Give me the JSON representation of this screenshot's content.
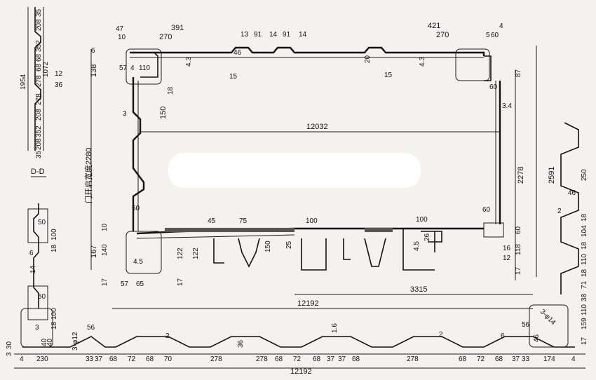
{
  "section_label": "D-D",
  "vertical_label": "门开启宽度2280",
  "top_dims": {
    "left_total": "391",
    "left_sub": "270",
    "left_a": "47",
    "left_b": "10",
    "mid_13": "13",
    "mid_91a": "91",
    "mid_14a": "14",
    "mid_91b": "91",
    "mid_14b": "14",
    "right_total": "421",
    "right_sub": "270",
    "right_a": "4",
    "right_b": "5",
    "right_c": "60"
  },
  "main_labels": {
    "length_12032": "12032",
    "length_12192_mid": "12192",
    "length_12192_bottom": "12192",
    "dim_3315": "3315",
    "dim_2278": "2278",
    "dim_2591": "2591",
    "dim_138": "138",
    "dim_167": "167",
    "dim_140": "140",
    "dim_150a": "150",
    "dim_150b": "150",
    "dim_57a": "57",
    "dim_4a": "4",
    "dim_110": "110",
    "dim_57b": "57",
    "dim_65": "65",
    "dim_46": "46",
    "dim_15a": "15",
    "dim_15b": "15",
    "dim_20": "20",
    "dim_43a": "4.3",
    "dim_43b": "4.3",
    "dim_6": "6",
    "dim_3": "3",
    "dim_87": "87",
    "dim_34": "3.4",
    "dim_60a": "60",
    "dim_60b": "60",
    "dim_60c": "60",
    "dim_18": "18",
    "dim_16": "16",
    "dim_12": "12",
    "dim_118": "118",
    "dim_17a": "17",
    "dim_17b": "17",
    "dim_17c": "17",
    "dim_122a": "122",
    "dim_122b": "122",
    "dim_50a": "50",
    "dim_45": "45",
    "dim_75": "75",
    "dim_100a": "100",
    "dim_100b": "100",
    "dim_25": "25",
    "dim_45b": "4.5",
    "dim_45c": "4.5",
    "dim_26": "26",
    "dim_10": "10"
  },
  "left_column": {
    "dims": [
      "35",
      "208",
      "352",
      "68",
      "68",
      "278",
      "1954",
      "1072",
      "12",
      "36",
      "278",
      "208",
      "352",
      "208",
      "35"
    ],
    "lower": [
      "50",
      "18",
      "100",
      "6",
      "14",
      "50",
      "18",
      "100",
      "3",
      "40",
      "40",
      "30",
      "3"
    ]
  },
  "right_column": [
    "250",
    "46",
    "2",
    "18",
    "104",
    "18",
    "110",
    "18",
    "71",
    "38",
    "110",
    "159",
    "17"
  ],
  "bottom_dims": [
    "4",
    "230",
    "33",
    "37",
    "68",
    "72",
    "68",
    "70",
    "278",
    "278",
    "68",
    "72",
    "68",
    "37",
    "37",
    "68",
    "278",
    "68",
    "72",
    "68",
    "37",
    "33",
    "174",
    "4"
  ],
  "bottom_misc": {
    "d56a": "56",
    "d56b": "56",
    "phi12": "3-φ12",
    "phi14": "3-φ14",
    "d36": "36",
    "d16": "1.6",
    "d2a": "2",
    "d2b": "2",
    "d6": "6",
    "d46": "46"
  }
}
